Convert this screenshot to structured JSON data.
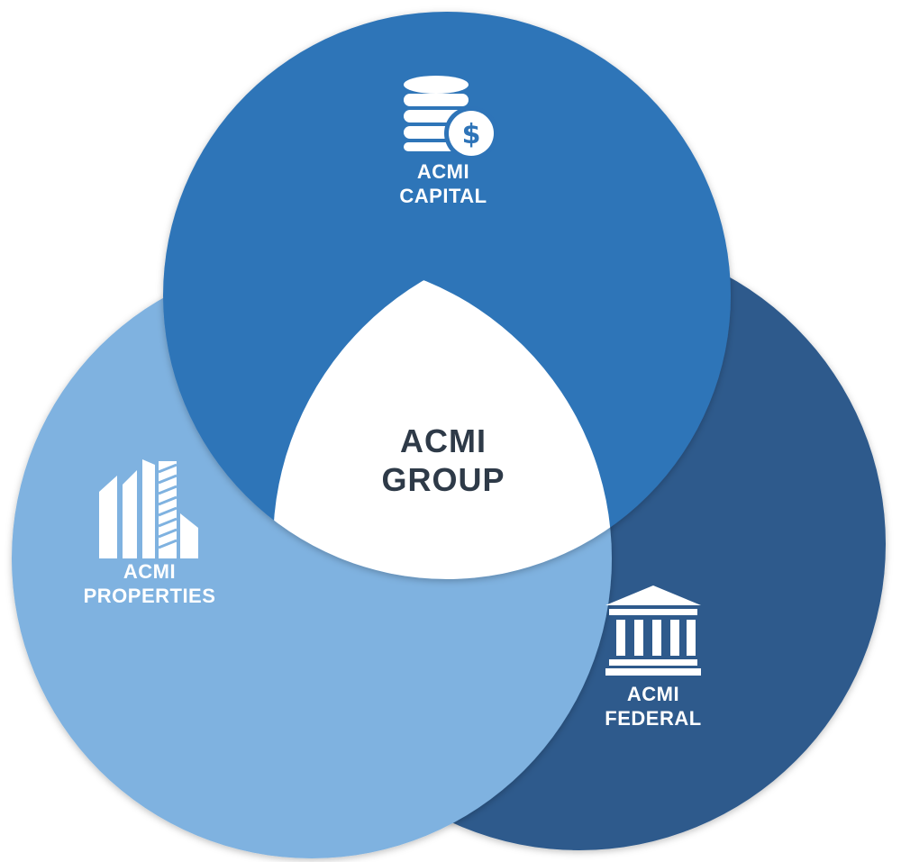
{
  "colors": {
    "capital": "#2e74b8",
    "properties": "#7fb2e0",
    "federal": "#2d5a8c",
    "center": "#ffffff",
    "center_text": "#2e3a48",
    "icon": "#ffffff"
  },
  "diagram": {
    "circles": [
      {
        "id": "capital",
        "lines": [
          "ACMI",
          "CAPITAL"
        ],
        "icon": "coins-dollar-icon"
      },
      {
        "id": "properties",
        "lines": [
          "ACMI",
          "PROPERTIES"
        ],
        "icon": "building-icon"
      },
      {
        "id": "federal",
        "lines": [
          "ACMI",
          "FEDERAL"
        ],
        "icon": "bank-columns-icon"
      }
    ],
    "center": {
      "lines": [
        "ACMI",
        "GROUP"
      ]
    }
  }
}
